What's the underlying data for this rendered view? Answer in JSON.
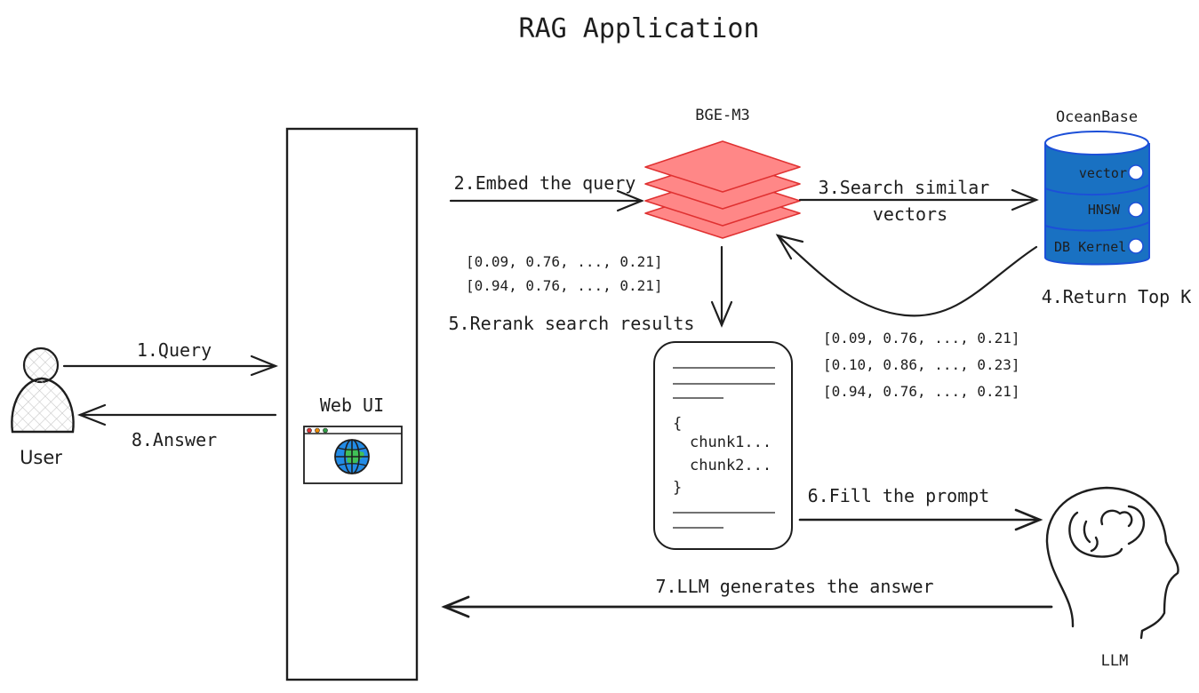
{
  "title": "RAG Application",
  "nodes": {
    "user": {
      "label": "User"
    },
    "web_ui": {
      "label": "Web UI",
      "browser_dots": [
        "#e03131",
        "#f08c00",
        "#2f9e44"
      ],
      "globe_ocean": "#228be6",
      "globe_land": "#40c057"
    },
    "embedding_model": {
      "label": "BGE-M3",
      "fill": "#ff8787",
      "stroke": "#e03131"
    },
    "vector_db": {
      "label": "OceanBase",
      "fill": "#1971c2",
      "stroke": "#1c4fd8",
      "layers": [
        "vector",
        "HNSW",
        "DB Kernel"
      ]
    },
    "prompt": {
      "open_brace": "{",
      "chunks": [
        "chunk1...",
        "chunk2..."
      ],
      "close_brace": "}"
    },
    "llm": {
      "label": "LLM"
    }
  },
  "steps": [
    {
      "id": 1,
      "label": "1.Query"
    },
    {
      "id": 2,
      "label": "2.Embed the query"
    },
    {
      "id": 3,
      "label_lines": [
        "3.Search similar",
        "vectors"
      ]
    },
    {
      "id": 4,
      "label": "4.Return Top K"
    },
    {
      "id": 5,
      "label": "5.Rerank search results"
    },
    {
      "id": 6,
      "label": "6.Fill the prompt"
    },
    {
      "id": 7,
      "label": "7.LLM generates the answer"
    },
    {
      "id": 8,
      "label": "8.Answer"
    }
  ],
  "vectors": {
    "reranked": [
      "[0.09, 0.76, ..., 0.21]",
      "[0.94, 0.76, ..., 0.21]"
    ],
    "top_k": [
      "[0.09, 0.76, ..., 0.21]",
      "[0.10, 0.86, ..., 0.23]",
      "[0.94, 0.76, ..., 0.21]"
    ]
  }
}
